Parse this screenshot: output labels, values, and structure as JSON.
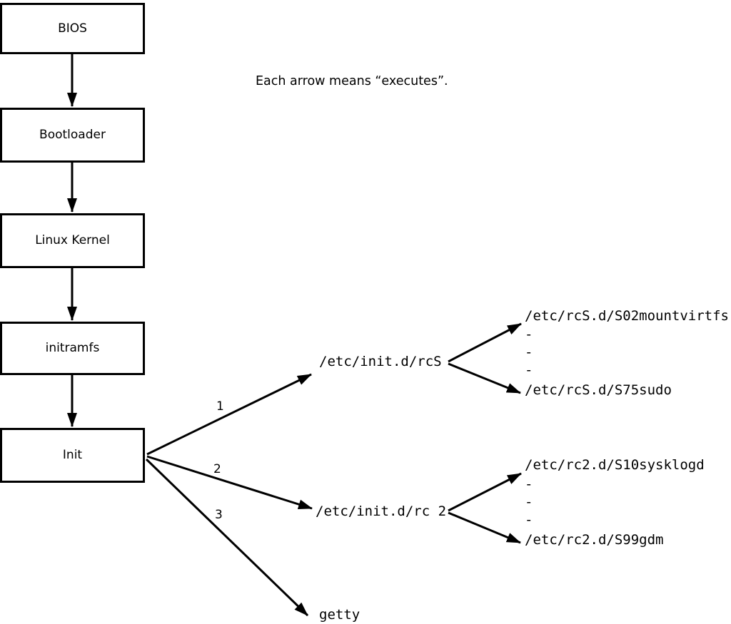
{
  "diagram": {
    "note": "Each arrow means “executes”.",
    "boxes": [
      {
        "label": "BIOS"
      },
      {
        "label": "Bootloader"
      },
      {
        "label": "Linux Kernel"
      },
      {
        "label": "initramfs"
      },
      {
        "label": "Init"
      }
    ],
    "branch_labels": [
      "1",
      "2",
      "3"
    ],
    "rcS": {
      "label": "/etc/init.d/rcS",
      "children": [
        "/etc/rcS.d/S02mountvirtfs",
        "-",
        "-",
        "-",
        "/etc/rcS.d/S75sudo"
      ]
    },
    "rc2": {
      "label": "/etc/init.d/rc 2",
      "children": [
        "/etc/rc2.d/S10sysklogd",
        "-",
        "-",
        "-",
        "/etc/rc2.d/S99gdm"
      ]
    },
    "getty": {
      "label": "getty"
    },
    "colors": {
      "line": "#000000",
      "background": "#ffffff",
      "box_fill": "#ffffff",
      "text": "#000000"
    }
  }
}
